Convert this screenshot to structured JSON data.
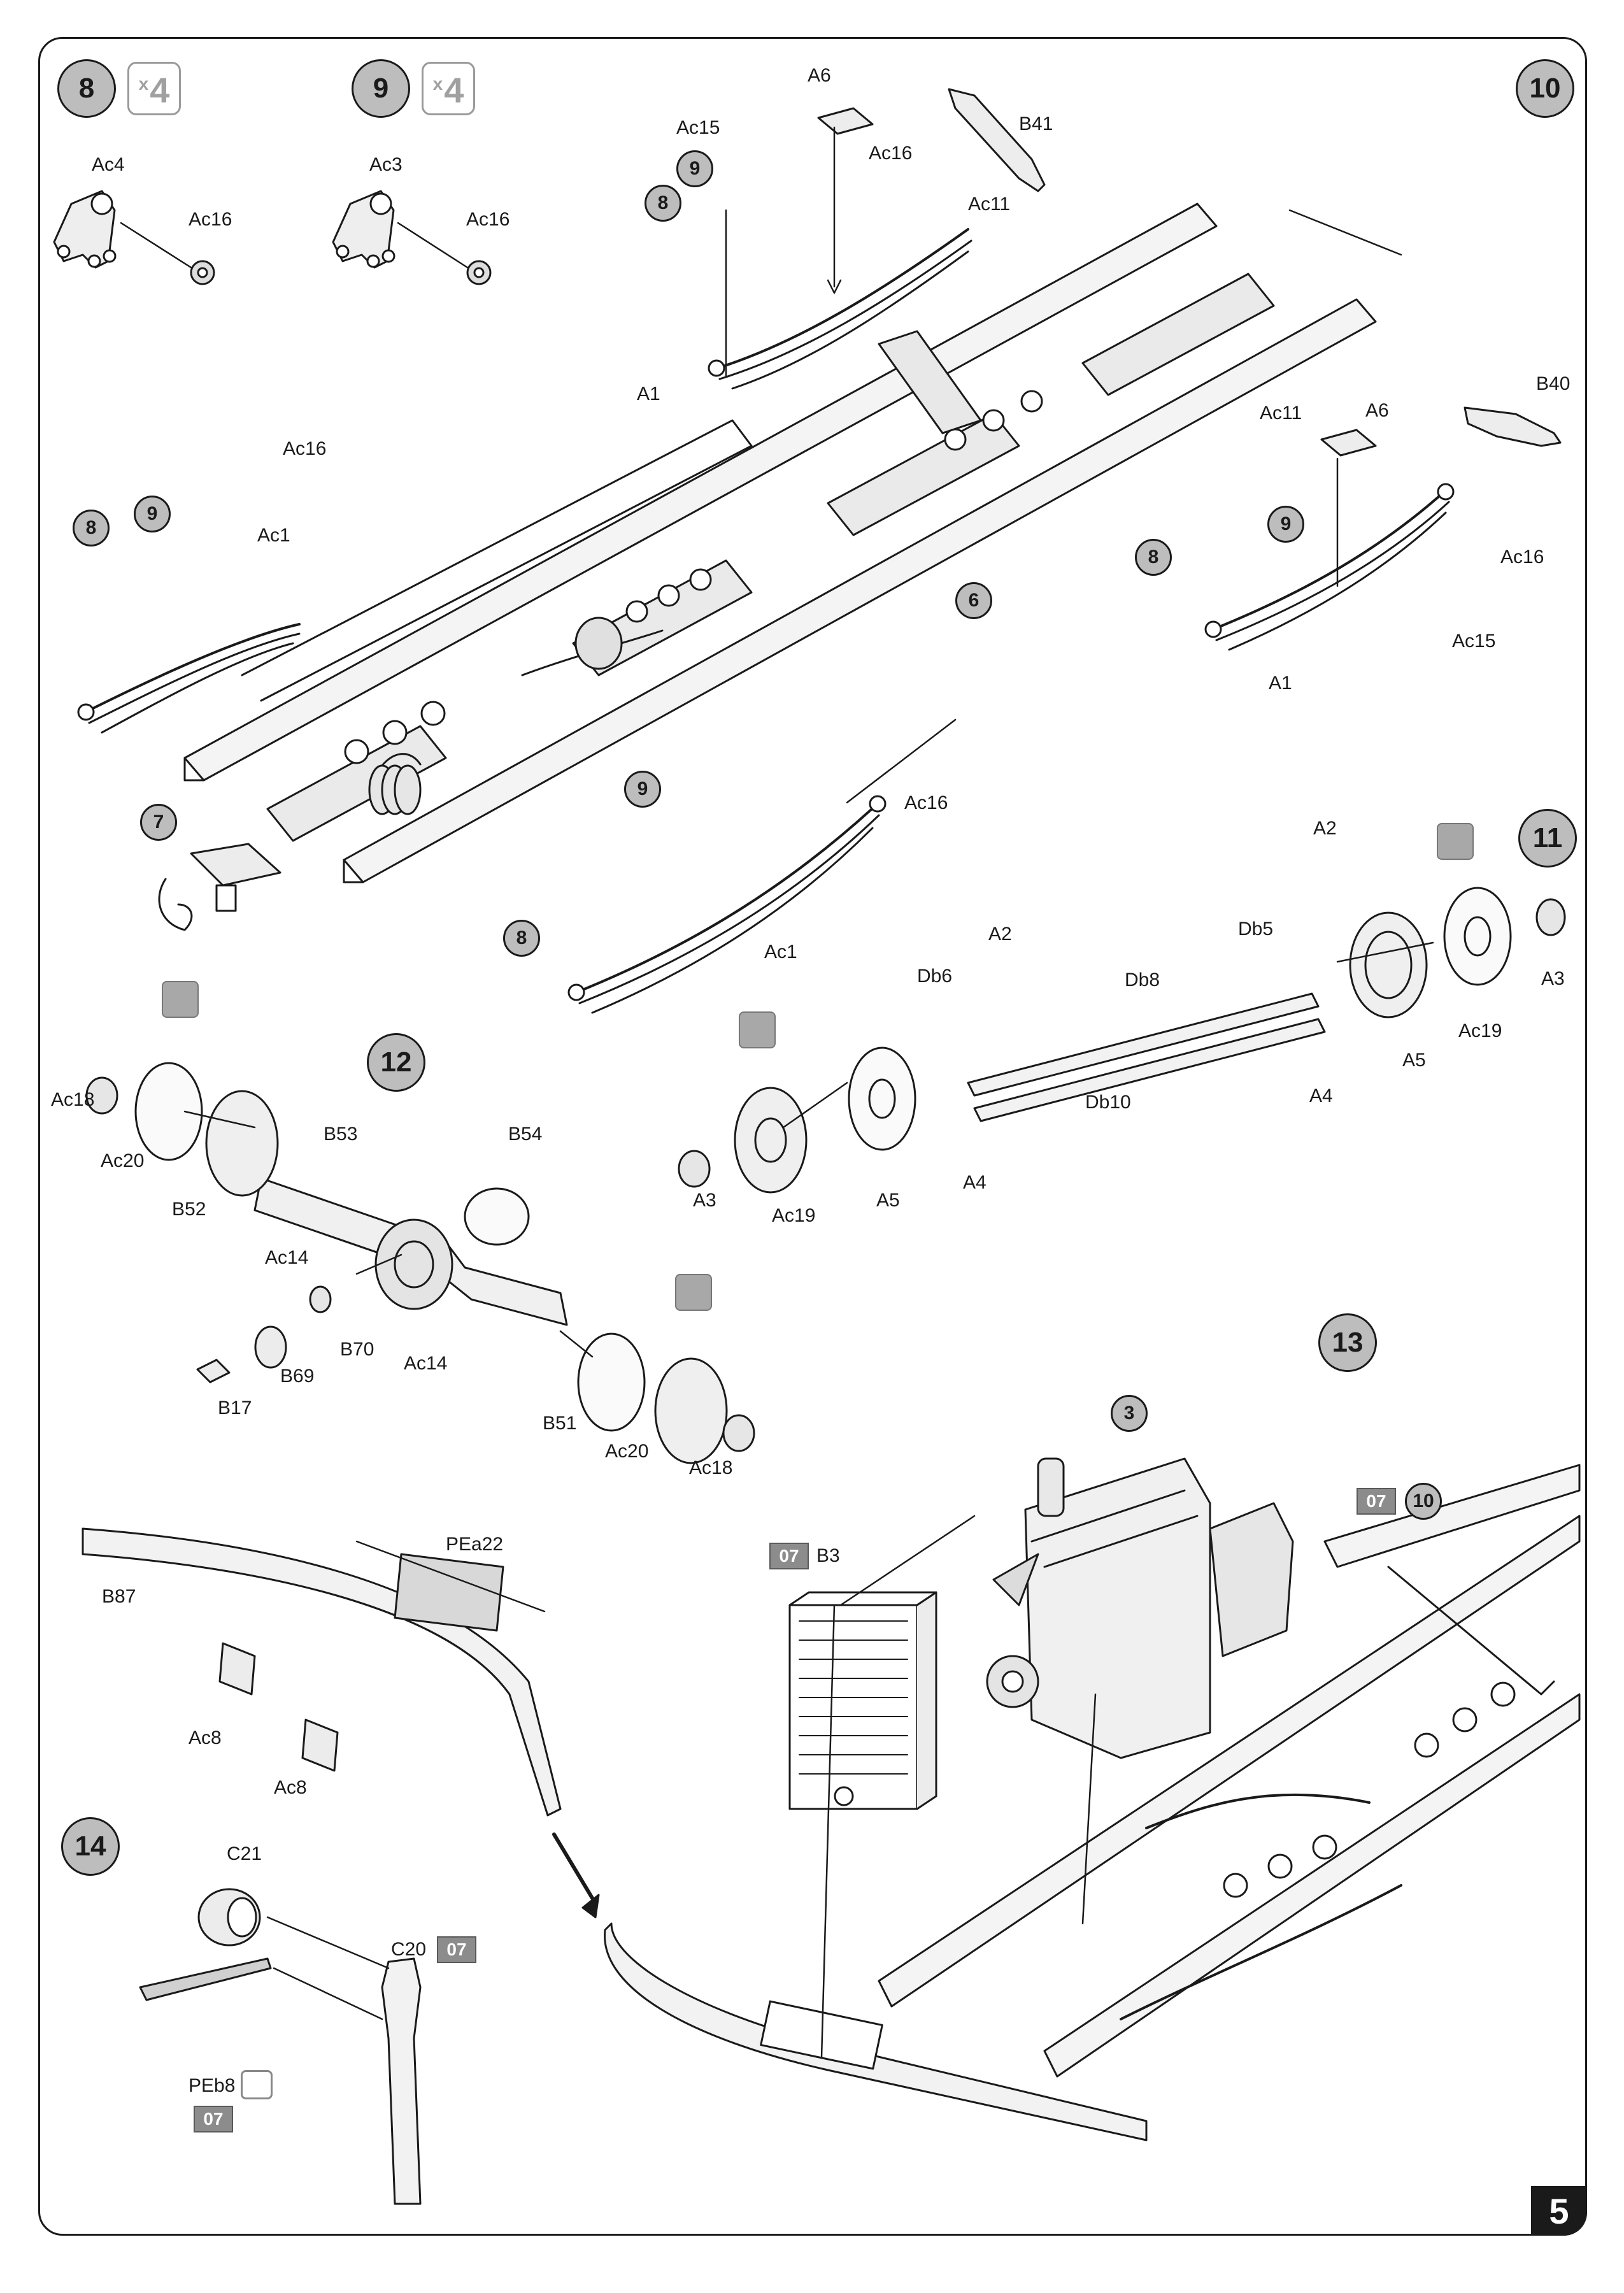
{
  "page": {
    "number": "5",
    "ink": "#1a1a1a",
    "badge_fill": "#bdbdbd",
    "paint_fill": "#8c8c8c"
  },
  "steps": [
    {
      "id": "8",
      "multiplier": "x4",
      "labels": [
        "Ac4",
        "Ac16"
      ]
    },
    {
      "id": "9",
      "multiplier": "x4",
      "labels": [
        "Ac3",
        "Ac16"
      ]
    },
    {
      "id": "10",
      "labels": [
        "A6",
        "Ac15",
        "B41",
        "Ac16",
        "Ac11",
        "A1",
        "B40",
        "Ac11",
        "A6",
        "Ac16",
        "A1",
        "Ac15",
        "Ac16",
        "Ac1",
        "Ac16",
        "Ac1"
      ],
      "sub_refs": [
        "9",
        "8",
        "8",
        "9",
        "8",
        "9",
        "6",
        "7",
        "9",
        "8"
      ]
    },
    {
      "id": "11",
      "labels": [
        "A2",
        "Db5",
        "A3",
        "A2",
        "Db6",
        "Db8",
        "Ac19",
        "A5",
        "A4",
        "Db10",
        "A3",
        "Ac19",
        "A5",
        "A4"
      ]
    },
    {
      "id": "12",
      "labels": [
        "Ac18",
        "Ac20",
        "B52",
        "B53",
        "B54",
        "Ac14",
        "B70",
        "Ac14",
        "B69",
        "B17",
        "B51",
        "Ac20",
        "Ac18"
      ]
    },
    {
      "id": "13",
      "labels": [
        "B87",
        "PEa22",
        "Ac8",
        "Ac8",
        "B3"
      ],
      "sub_refs": [
        "3",
        "10"
      ],
      "paint_codes": [
        "07",
        "07"
      ]
    },
    {
      "id": "14",
      "labels": [
        "C21",
        "C20",
        "PEb8"
      ],
      "paint_codes": [
        "07",
        "07"
      ]
    }
  ]
}
